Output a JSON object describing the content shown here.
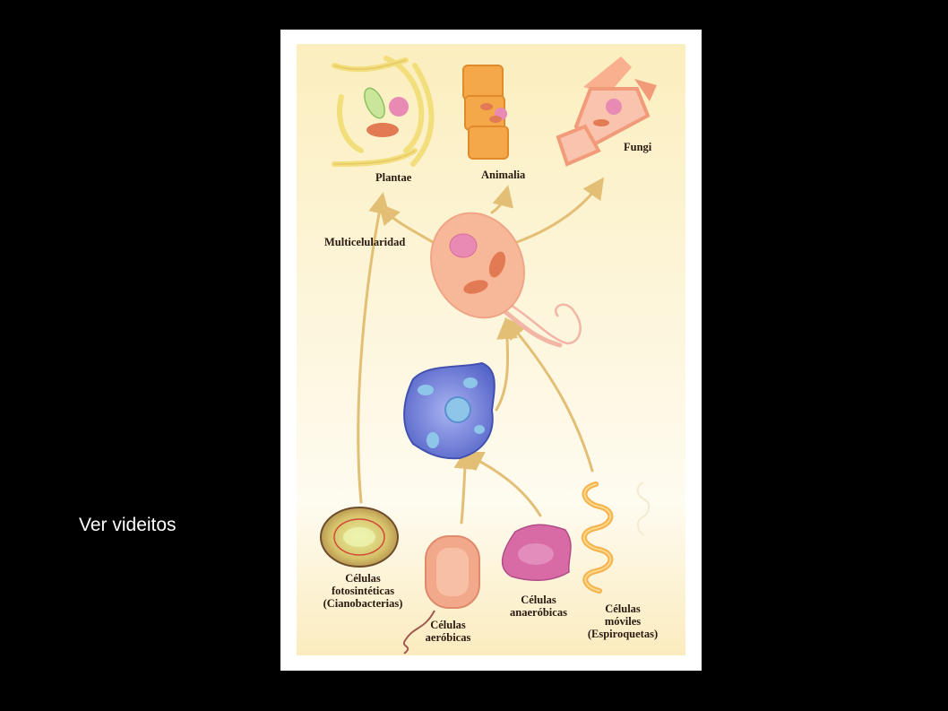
{
  "side_link": "Ver videitos",
  "labels": {
    "plantae": "Plantae",
    "animalia": "Animalia",
    "fungi": "Fungi",
    "multicelularidad": "Multicelularidad",
    "fotosinteticas": [
      "Células",
      "fotosintéticas",
      "(Cianobacterias)"
    ],
    "aerobicas": [
      "Células",
      "aeróbicas"
    ],
    "anaerobicas": [
      "Células",
      "anaeróbicas"
    ],
    "moviles": [
      "Células",
      "móviles",
      "(Espiroquetas)"
    ]
  },
  "colors": {
    "background": "#000000",
    "panel_fill": "#fbf1c8",
    "arrow": "#e2bf74",
    "plant_wall": "#f3de7c",
    "animal_cell": "#f5a84a",
    "fungi_cell": "#f7a98a",
    "nucleus": "#e88ab4",
    "mitochondria": "#e27a54",
    "eukaryote": "#f7b899",
    "blue_cell": "#6c79d6",
    "cyanobacteria": "#b98a4e",
    "aerobic": "#f2a88a",
    "anaerobic": "#d86aa6",
    "spirochete": "#f5b24d"
  }
}
